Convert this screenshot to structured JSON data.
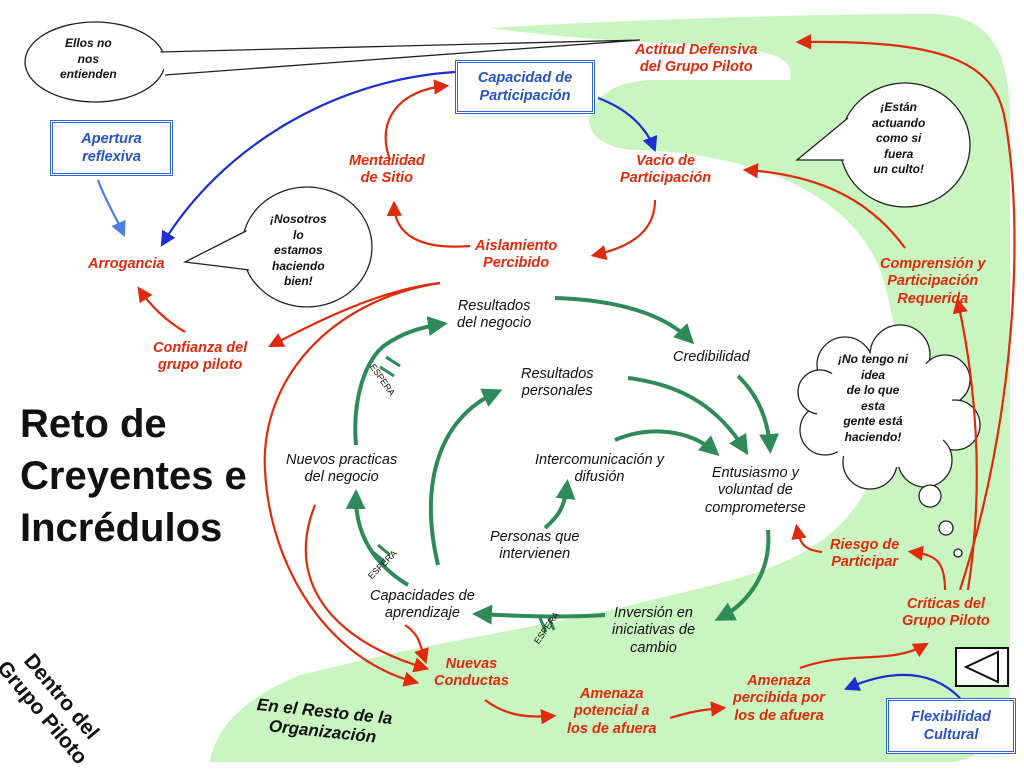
{
  "title": {
    "line1": "Reto de",
    "line2": "Creyentes e",
    "line3": "Incrédulos"
  },
  "zones": {
    "inside_line1": "Dentro del",
    "inside_line2": "Grupo Piloto",
    "rest_line1": "En el Resto de la",
    "rest_line2": "Organización"
  },
  "boxes": {
    "capacidad": {
      "line1": "Capacidad de",
      "line2": "Participación"
    },
    "apertura": {
      "line1": "Apertura",
      "line2": "reflexiva"
    },
    "flexibilidad": {
      "line1": "Flexibilidad",
      "line2": "Cultural"
    }
  },
  "red_nodes": {
    "actitud": {
      "line1": "Actitud Defensiva",
      "line2": "del Grupo Piloto"
    },
    "mentalidad": {
      "line1": "Mentalidad",
      "line2": "de Sitio"
    },
    "vacio": {
      "line1": "Vacío de",
      "line2": "Participación"
    },
    "arrogancia": {
      "line1": "Arrogancia"
    },
    "aislamiento": {
      "line1": "Aislamiento",
      "line2": "Percibido"
    },
    "comprension": {
      "line1": "Comprensión y",
      "line2": "Participación",
      "line3": "Requerida"
    },
    "confianza": {
      "line1": "Confianza del",
      "line2": "grupo piloto"
    },
    "riesgo": {
      "line1": "Riesgo de",
      "line2": "Participar"
    },
    "criticas": {
      "line1": "Críticas del",
      "line2": "Grupo Piloto"
    },
    "nuevas": {
      "line1": "Nuevas",
      "line2": "Conductas"
    },
    "amenaza_pot": {
      "line1": "Amenaza",
      "line2": "potencial a",
      "line3": "los de afuera"
    },
    "amenaza_per": {
      "line1": "Amenaza",
      "line2": "percibida por",
      "line3": "los de afuera"
    }
  },
  "black_nodes": {
    "resultados_negocio": {
      "line1": "Resultados",
      "line2": "del negocio"
    },
    "credibilidad": {
      "line1": "Credibilidad"
    },
    "resultados_personales": {
      "line1": "Resultados",
      "line2": "personales"
    },
    "intercomunicacion": {
      "line1": "Intercomunicación y",
      "line2": "difusión"
    },
    "nuevas_practicas": {
      "line1": "Nuevos practicas",
      "line2": "del negocio"
    },
    "entusiasmo": {
      "line1": "Entusiasmo y",
      "line2": "voluntad de",
      "line3": "comprometerse"
    },
    "personas": {
      "line1": "Personas que",
      "line2": "intervienen"
    },
    "capacidades": {
      "line1": "Capacidades de",
      "line2": "aprendizaje"
    },
    "inversion": {
      "line1": "Inversión en",
      "line2": "iniciativas de",
      "line3": "cambio"
    }
  },
  "bubbles": {
    "ellos": {
      "line1": "Ellos no",
      "line2": "nos",
      "line3": "entienden"
    },
    "nosotros": {
      "line1": "¡Nosotros",
      "line2": "lo",
      "line3": "estamos",
      "line4": "haciendo",
      "line5": "bien!"
    },
    "culto": {
      "line1": "¡Están",
      "line2": "actuando",
      "line3": "como si",
      "line4": "fuera",
      "line5": "un culto!"
    },
    "no_tengo": {
      "line1": "¡No tengo ni",
      "line2": "idea",
      "line3": "de lo que",
      "line4": "esta",
      "line5": "gente está",
      "line6": "haciendo!"
    }
  },
  "delay_label": "ESPERA",
  "colors": {
    "red": "#e02a0c",
    "green": "#2e8b57",
    "blue": "#1c2fd1",
    "zone": "#c9f5c0",
    "box_border": "#2f64d8"
  }
}
